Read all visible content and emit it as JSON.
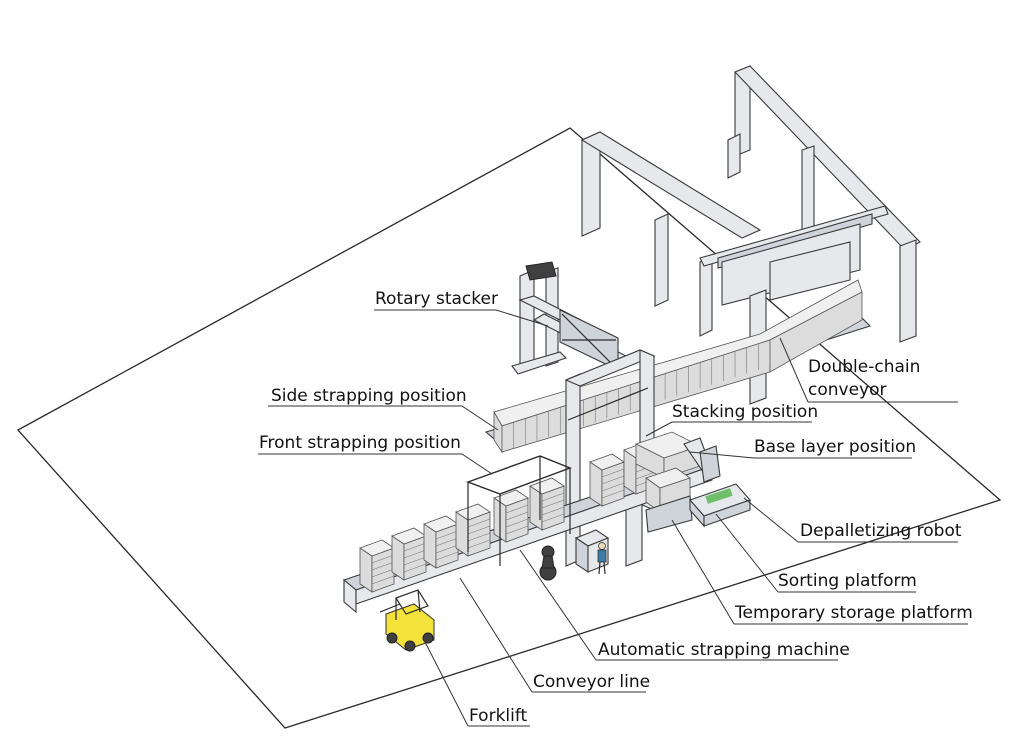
{
  "labels": {
    "rotary_stacker": "Rotary stacker",
    "double_chain": "Double-chain",
    "conveyor": "conveyor",
    "side_strapping": "Side strapping position",
    "stacking": "Stacking position",
    "front_strapping": "Front strapping position",
    "base_layer": "Base layer position",
    "depalletizing_robot": "Depalletizing robot",
    "sorting_platform": "Sorting platform",
    "temporary_storage": "Temporary storage platform",
    "strapping_machine": "Automatic strapping machine",
    "conveyor_line": "Conveyor line",
    "forklift": "Forklift"
  },
  "colors": {
    "forklift": "#f2e23a",
    "operator": "#3a7ca8",
    "robot_accent": "#6fbf6a"
  }
}
